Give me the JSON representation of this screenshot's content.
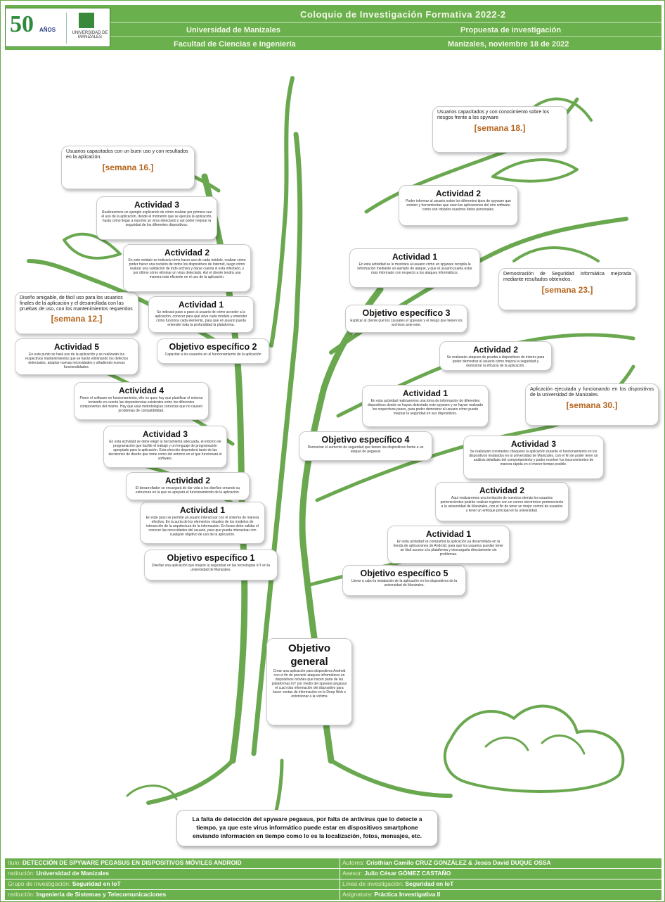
{
  "header": {
    "title": "Coloquio de Investigación Formativa 2022-2",
    "university": "Universidad de Manizales",
    "faculty": "Facultad de Ciencias e Ingeniería",
    "proposal": "Propuesta de investigación",
    "date": "Manizales, noviembre 18 de 2022",
    "logo_number": "50",
    "logo_years": "AÑOS",
    "logo_small": "UNIVERSIDAD DE MANIZALES"
  },
  "objetivo_general": {
    "title": "Objetivo general",
    "text": "Crear una aplicación para dispositivos Android con el fin de prevenir ataques informáticos en dispositivos móviles que hacen parte de las plataformas IoT por medio del spyware pegasus el cual roba información del dispositivo para hacer ventas de información en la Deep Web e extorsionar a la víctima"
  },
  "objetivo1": {
    "title": "Objetivo específico 1",
    "text": "Diseñar una aplicación que mejore la seguridad en las tecnologías IoT en la universidad de Manizales.",
    "actividad1": {
      "title": "Actividad 1",
      "text": "En este paso se permite al usuario interactuar con el sistema de manera efectiva. En la auría de los elementos visuales de los modelos de interacción de la arquitectura de la información. En fases debe validar el conocer las necesidades del usuario, para que pueda interactuar con cualquier objetivo de uso de la aplicación."
    },
    "actividad2": {
      "title": "Actividad 2",
      "text": "El desarrollador se encargará de dar vida a los diseños creando su estructura en la que se apoyará el funcionamiento de la aplicación."
    },
    "actividad3": {
      "title": "Actividad 3",
      "text": "En esta actividad se debe elegir la herramienta adecuada, el entorno de programación que facilite el trabajo y un lenguaje de programación apropiado para la aplicación. Esta elección dependerá tanto de las decisiones de diseño que tome como del entorno en el que funcionará el software."
    },
    "actividad4": {
      "title": "Actividad 4",
      "text": "Poner el software en funcionamiento, ello no ques hay que planificar el entorno teniendo en cuenta las dependencias existentes entre los diferentes componentes del mismo. Hay que usar metodologías correctas que no causen problemas de compatibilidad."
    },
    "actividad5": {
      "title": "Actividad 5",
      "text": "En este punto se hará uso de la aplicación y se realizarán los respectivos mantenimientos que se harán eliminando los defectos detectados, adaptar nuevas necesidades y añadiendo nuevas funcionalidades."
    },
    "result": {
      "text": "Diseño amigable, de fácil uso para los usuarios finales de la aplicación y el desarrollada con las pruebas de uso, con los mantenimientos requeridos",
      "week": "[semana 12.]"
    }
  },
  "objetivo2": {
    "title": "Objetivo específico 2",
    "text": "Capacitar a los usuarios en el funcionamiento de la aplicación",
    "actividad1": {
      "title": "Actividad 1",
      "text": "Se indicará paso a paso al usuario de cómo acceder a la aplicación, conocer para qué sirve cada módulo y entender cómo funciona cada elemento, para que el usuario pueda entender toda la profundidad la plataforma."
    },
    "actividad2": {
      "title": "Actividad 2",
      "text": "En este módulo se indicará cómo hacer uso de cada módulo, realizar cómo poder hacer una revisión de todos los dispositivos de Internet, luego cómo realizar una validación de todo archivo y darse cuenta si está infectado, y por último cómo eliminar un virus detectado. Así el cliente tendrá una manera más eficiente en el uso de la aplicación."
    },
    "actividad3": {
      "title": "Actividad 3",
      "text": "Realizaremos un ejemplo explicando de cómo realizar por primera vez el uso de la aplicación, desde el momento que se ejecuta la aplicación, hasta cómo llegar a reportar un virus detectado y así poder mejorar la seguridad de los diferentes dispositivos."
    },
    "result": {
      "text": "Usuarios capacitados con un buen uso y con resultados en la aplicación.",
      "week": "[semana 16.]"
    }
  },
  "objetivo3": {
    "title": "Objetivo específico 3",
    "text": "Explicar al cliente qué los causales el spyware y el riesgo que tienen los archivos ante este.",
    "actividad1": {
      "title": "Actividad 1",
      "text": "En esta actividad se le mostrará al usuario cómo un spyware recopila la información mediante un ejemplo de ataque, y que el usuario pueda estar más informado con respecto a los ataques informáticos."
    },
    "actividad2": {
      "title": "Actividad 2",
      "text": "Poder informar al usuario sobre los diferentes tipos de spyware que existen y herramientas que usan las aplicaciones del otro software como son robados nuestros datos personales."
    },
    "result": {
      "text": "Usuarios capacitados y con conocimiento sobre los riesgos frente a los spyware",
      "week": "[semana 18.]"
    }
  },
  "objetivo4": {
    "title": "Objetivo específico 4",
    "text": "Demostrar el aumento de seguridad que tienen los dispositivos frente a un ataque de pegasus",
    "actividad1": {
      "title": "Actividad 1",
      "text": "En esta actividad realizaremos una toma de información de diferentes dispositivos donde se hayan detectado este spyware y se hayan realizado los respectivos pasos, para poder demostrar al usuario cómo puede mejorar la seguridad en sus dispositivos."
    },
    "actividad2": {
      "title": "Actividad 2",
      "text": "Se realizarán ataques de prueba a dispositivos de interés para poder demostrar al usuario cómo mejora la seguridad y demostrar la eficacia de la aplicación."
    },
    "result": {
      "text": "Demostración de Seguridad informática mejorada mediante resultados obtenidos.",
      "week": "[semana 23.]"
    }
  },
  "objetivo5": {
    "title": "Objetivo específico 5",
    "text": "Llevar a cabo la instalación de la aplicación en los dispositivos de la universidad de Manizales.",
    "actividad1": {
      "title": "Actividad 1",
      "text": "En esta actividad se compartirá la aplicación ya desarrollada en la tienda de aplicaciones de Android, para que los usuarios puedan tener un fácil acceso a la plataforma y descargarla directamente sin problemas."
    },
    "actividad2": {
      "title": "Actividad 2",
      "text": "Aquí realizaremos una invitación de nuestros demás los usuarios pertenecientes podrán realizar registro con un correo electrónico perteneciente a la universidad de Manizales, con el fin de tener un mejor control de usuarios y tener un enfoque principal en la universidad."
    },
    "actividad3": {
      "title": "Actividad 3",
      "text": "Se realizarán constantes chequeos la aplicación durante el funcionamiento en los dispositivos instalados en la universidad de Manizales, con el fin de poder tener un análisis detallado del comportamiento y poder resolver los inconvenientes de manera rápida en el menor tiempo posible."
    },
    "result": {
      "text": "Aplicación ejecutada y funcionando en los dispositivos de la universidad de Manizales.",
      "week": "[semana 30.]"
    }
  },
  "problem": "La falta de detección del spyware pegasus, por falta de antivirus que lo detecte a tiempo, ya que este virus informático puede estar en dispositivos smartphone enviando información en tiempo como lo es la localización, fotos, mensajes, etc.",
  "footer": {
    "titulo_label": "ítulo:",
    "titulo_value": "DETECCIÓN DE SPYWARE PEGASUS EN DISPOSITIVOS MÓVILES ANDROID",
    "institucion_label": "nstitución:",
    "institucion_value": "Universidad de Manizales",
    "grupo_label": "Grupo de investigación:",
    "grupo_value": "Seguridad en IoT",
    "programa_label": "nstitución:",
    "programa_value": "Ingeniería de Sistemas y Telecomunicaciones",
    "autores_label": "Autores:",
    "autores_value": "Cristhian Camilo CRUZ GONZÁLEZ & Jesús David DUQUE OSSA",
    "asesor_label": "Asesor:",
    "asesor_value": "Julio César GÓMEZ CASTAÑO",
    "linea_label": "Línea de investigación:",
    "linea_value": "Seguridad en IoT",
    "asignatura_label": "Asignatura:",
    "asignatura_value": "Práctica Investigativa II"
  },
  "colors": {
    "header_green": "#6ab04c",
    "tree_green": "#6aa84f",
    "week_orange": "#b4641c"
  }
}
